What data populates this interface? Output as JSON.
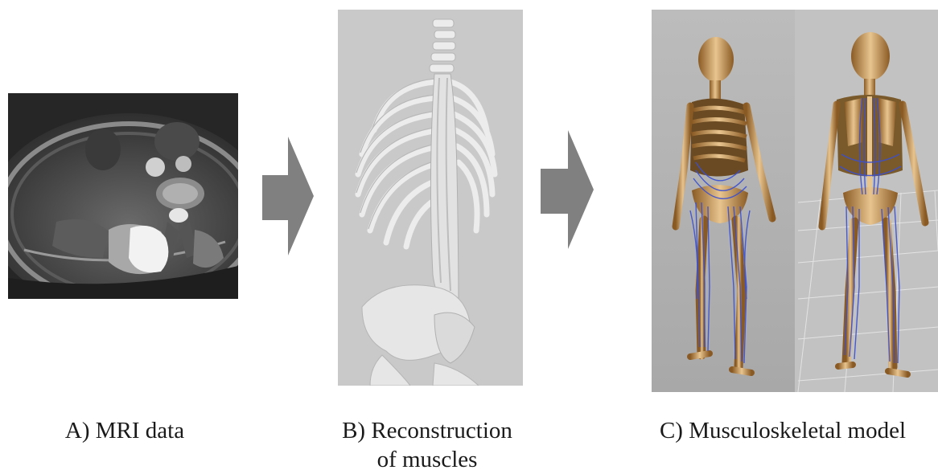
{
  "captions": {
    "mri": "A) MRI data",
    "reconstruction_line1": "B) Reconstruction",
    "reconstruction_line2": "of muscles",
    "model": "C) Musculoskeletal model"
  },
  "colors": {
    "arrow": "#808080",
    "text": "#1a1a1a",
    "mri_background": "#2a2a2a",
    "reconstruction_background": "#c9c9c9",
    "model_background": "#b3b3b3",
    "bone": "#c89a5a",
    "muscle_lines": "#3a4fd0"
  },
  "icons": {
    "arrow1": "right-arrow-icon",
    "arrow2": "right-arrow-icon"
  }
}
